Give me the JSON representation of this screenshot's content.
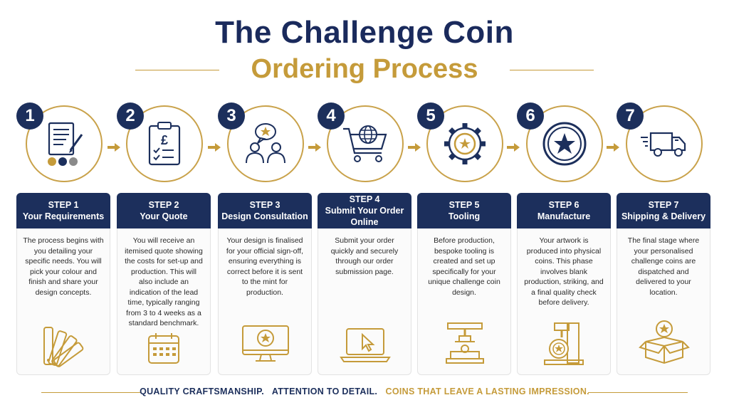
{
  "title": {
    "line1": "The Challenge Coin",
    "line2": "Ordering Process"
  },
  "steps": [
    {
      "number": "1",
      "step": "STEP 1",
      "name": "Your Requirements",
      "desc": "The process begins with you detailing your specific needs. You will pick your colour and finish and share your design concepts."
    },
    {
      "number": "2",
      "step": "STEP 2",
      "name": "Your Quote",
      "desc": "You will receive an itemised quote showing the costs for set-up and production. This will also include an indication of the lead time, typically ranging from 3 to 4 weeks as a standard benchmark."
    },
    {
      "number": "3",
      "step": "STEP 3",
      "name": "Design Consultation",
      "desc": "Your design is finalised for your official sign-off, ensuring everything is correct before it is sent to the mint for production."
    },
    {
      "number": "4",
      "step": "STEP 4",
      "name": "Submit Your Order Online",
      "desc": "Submit your order quickly and securely through our order submission page."
    },
    {
      "number": "5",
      "step": "STEP 5",
      "name": "Tooling",
      "desc": "Before production, bespoke tooling is created and set up specifically for your unique challenge coin design."
    },
    {
      "number": "6",
      "step": "STEP 6",
      "name": "Manufacture",
      "desc": "Your artwork is produced into physical coins. This phase involves blank production, striking, and a final quality check before delivery."
    },
    {
      "number": "7",
      "step": "STEP 7",
      "name": "Shipping & Delivery",
      "desc": "The final stage where your personalised challenge coins are dispatched and delivered to your location."
    }
  ],
  "tagline": {
    "part1": "QUALITY CRAFTSMANSHIP.",
    "part2": "ATTENTION TO DETAIL.",
    "part3": "COINS THAT LEAVE A LASTING IMPRESSION."
  },
  "colors": {
    "navy": "#1c2f5c",
    "gold": "#c59b3a",
    "border": "#e3e3e3"
  },
  "icons": [
    {
      "top": "document-pen-icon",
      "bottom": "colour-swatch-icon"
    },
    {
      "top": "clipboard-quote-icon",
      "bottom": "calendar-icon"
    },
    {
      "top": "consultation-people-icon",
      "bottom": "monitor-coin-icon"
    },
    {
      "top": "cart-globe-icon",
      "bottom": "laptop-cursor-icon"
    },
    {
      "top": "gear-coin-icon",
      "bottom": "tooling-press-icon"
    },
    {
      "top": "star-coin-icon",
      "bottom": "coin-press-icon"
    },
    {
      "top": "delivery-truck-icon",
      "bottom": "open-box-coin-icon"
    }
  ]
}
